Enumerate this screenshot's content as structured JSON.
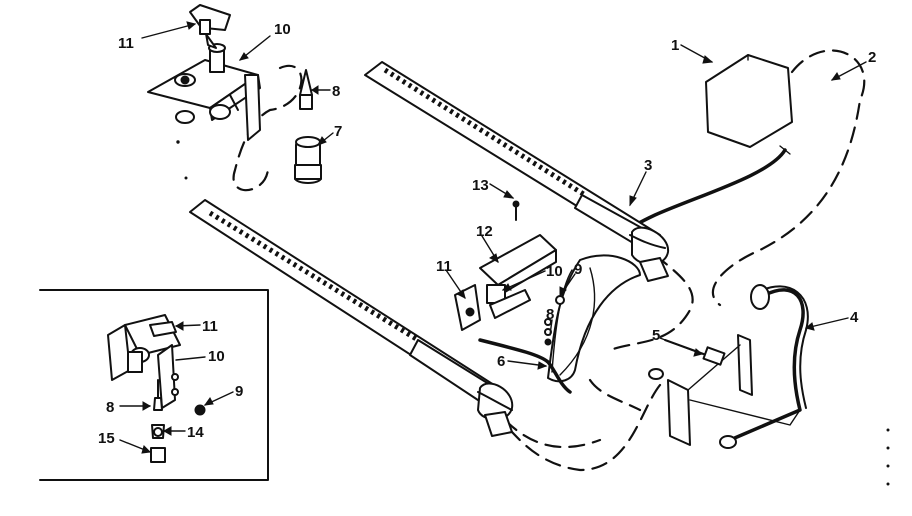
{
  "diagram": {
    "callouts": {
      "c1": "1",
      "c2": "2",
      "c3": "3",
      "c4": "4",
      "c5": "5",
      "c6": "6",
      "c7": "7",
      "c8_top": "8",
      "c8_mid": "8",
      "c8_inset": "8",
      "c9_mid": "9",
      "c9_inset": "9",
      "c10_top": "10",
      "c10_mid": "10",
      "c10_inset": "10",
      "c11_top": "11",
      "c11_mid": "11",
      "c11_inset": "11",
      "c12": "12",
      "c13": "13",
      "c14": "14",
      "c15": "15"
    }
  }
}
